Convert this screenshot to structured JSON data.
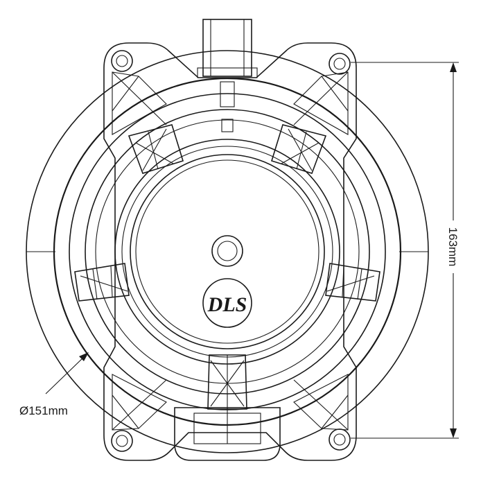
{
  "dimensions": {
    "height_label": "163mm",
    "diameter_label": "Ø151mm"
  },
  "logo": {
    "text": "DLS"
  },
  "colors": {
    "line": "#1a1a1a",
    "background": "#ffffff"
  }
}
